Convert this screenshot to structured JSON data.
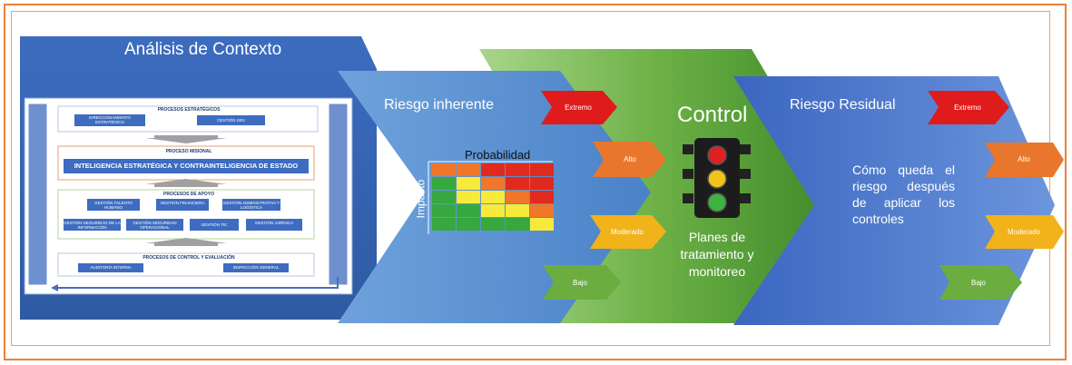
{
  "context": {
    "title": "Análisis de Contexto",
    "map": {
      "strategic_title": "PROCESOS ESTRATÉGICOS",
      "strategic_boxes": [
        "DIRECCIONAMIENTO ESTRATÉGICO",
        "GESTIÓN SIGI"
      ],
      "mission_title": "PROCESO MISIONAL",
      "mission_box": "INTELIGENCIA ESTRATÉGICA Y CONTRAINTELIGENCIA DE ESTADO",
      "support_title": "PROCESOS DE APOYO",
      "support_row1": [
        "GESTIÓN TALENTO HUMANO",
        "GESTIÓN FINANCIERA",
        "GESTIÓN ADMINISTRATIVA Y LOGÍSTICA"
      ],
      "support_row2": [
        "GESTIÓN SEGURIDAD DE LA INFORMACIÓN",
        "GESTIÓN SEGURIDAD OPERACIONAL",
        "GESTIÓN TIC",
        "GESTIÓN JURÍDICA"
      ],
      "control_title": "PROCESOS DE CONTROL Y EVALUACIÓN",
      "control_boxes": [
        "AUDITORÍA INTERNA",
        "INSPECCIÓN GENERAL"
      ]
    }
  },
  "inherent": {
    "title": "Riesgo inherente",
    "matrix": {
      "x_label": "Probabilidad",
      "y_label": "Impacto"
    }
  },
  "control": {
    "title": "Control",
    "subtitle": "Planes de tratamiento y monitoreo"
  },
  "residual": {
    "title": "Riesgo Residual",
    "description": "Cómo queda el riesgo después de aplicar los controles"
  },
  "levels": {
    "extremo": "Extremo",
    "alto": "Alto",
    "moderado": "Moderado",
    "bajo": "Bajo"
  },
  "colors": {
    "context_blue": "#3a67b5",
    "inherent_blue": "#5b8fd0",
    "control_green": "#62a842",
    "residual_blue": "#4470c4",
    "extremo": "#e01b1b",
    "alto": "#e8762c",
    "moderado": "#f2b21a",
    "bajo": "#6bae3f"
  }
}
